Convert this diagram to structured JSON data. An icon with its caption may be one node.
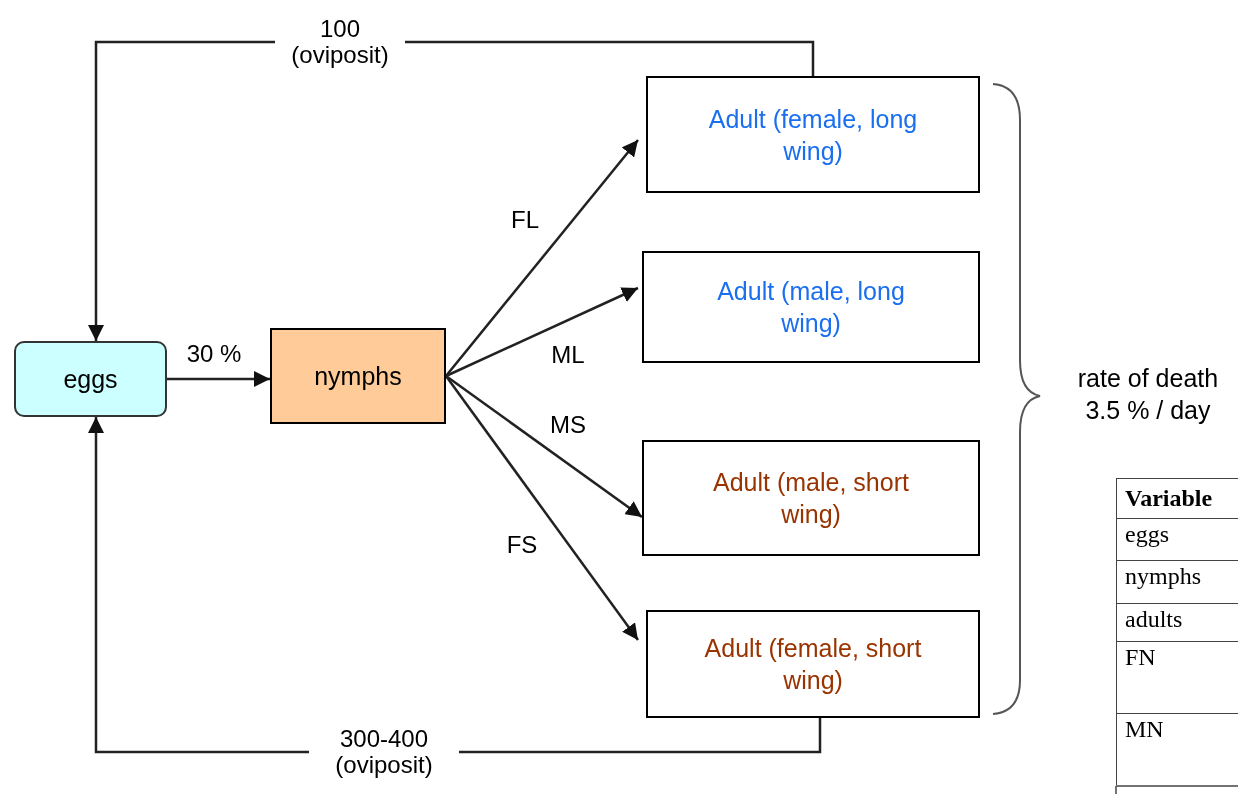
{
  "diagram": {
    "nodes": [
      {
        "text": [
          "eggs"
        ]
      },
      {
        "text": [
          "nymphs"
        ]
      },
      {
        "text": [
          "Adult (female, long wing)"
        ]
      },
      {
        "text": [
          "Adult (male, long wing)"
        ]
      },
      {
        "text": [
          "Adult (male, short wing)"
        ]
      },
      {
        "text": [
          "Adult (female, short wing)"
        ]
      }
    ],
    "edges": [
      {
        "from": 2,
        "to": 0,
        "arrow": "to",
        "label": "100 (oviposit)"
      },
      {
        "from": 0,
        "to": 1,
        "arrow": "to",
        "label": "30 %"
      },
      {
        "from": 1,
        "to": 2,
        "arrow": "to",
        "label": "FL"
      },
      {
        "from": 1,
        "to": 3,
        "arrow": "to",
        "label": "ML"
      },
      {
        "from": 1,
        "to": 4,
        "arrow": "to",
        "label": "MS"
      },
      {
        "from": 1,
        "to": 5,
        "arrow": "to",
        "label": "FS"
      },
      {
        "from": 5,
        "to": 0,
        "arrow": "to",
        "label": "300-400 (oviposit)"
      }
    ],
    "labels": [
      "rate of death 3.5 % / day",
      "Variable",
      "eggs",
      "nymphs",
      "adults",
      "FN",
      "MN"
    ]
  }
}
